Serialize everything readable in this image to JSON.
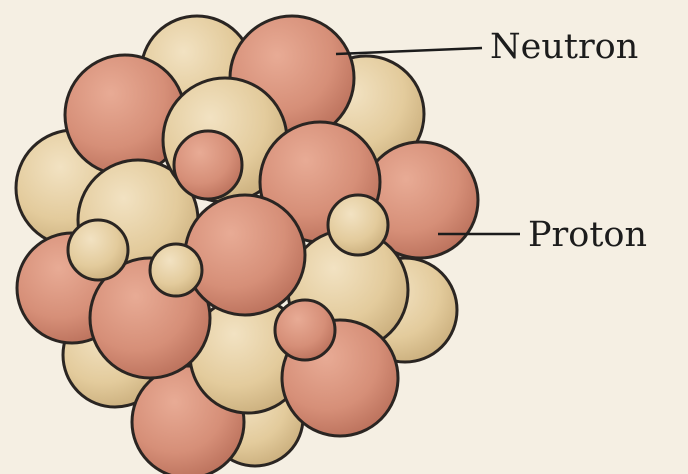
{
  "labels": {
    "neutron": "Neutron",
    "proton": "Proton"
  },
  "colors": {
    "background": "#f5efe3",
    "proton_fill": "#d68f78",
    "neutron_fill": "#e7cfa4",
    "outline": "#2a2522"
  },
  "nucleons": [
    "neutron",
    "neutron",
    "neutron",
    "neutron",
    "proton",
    "proton",
    "neutron",
    "proton",
    "neutron",
    "proton",
    "proton",
    "neutron",
    "neutron",
    "proton",
    "neutron",
    "neutron",
    "proton",
    "proton",
    "proton",
    "neutron",
    "proton",
    "neutron",
    "proton",
    "neutron"
  ]
}
